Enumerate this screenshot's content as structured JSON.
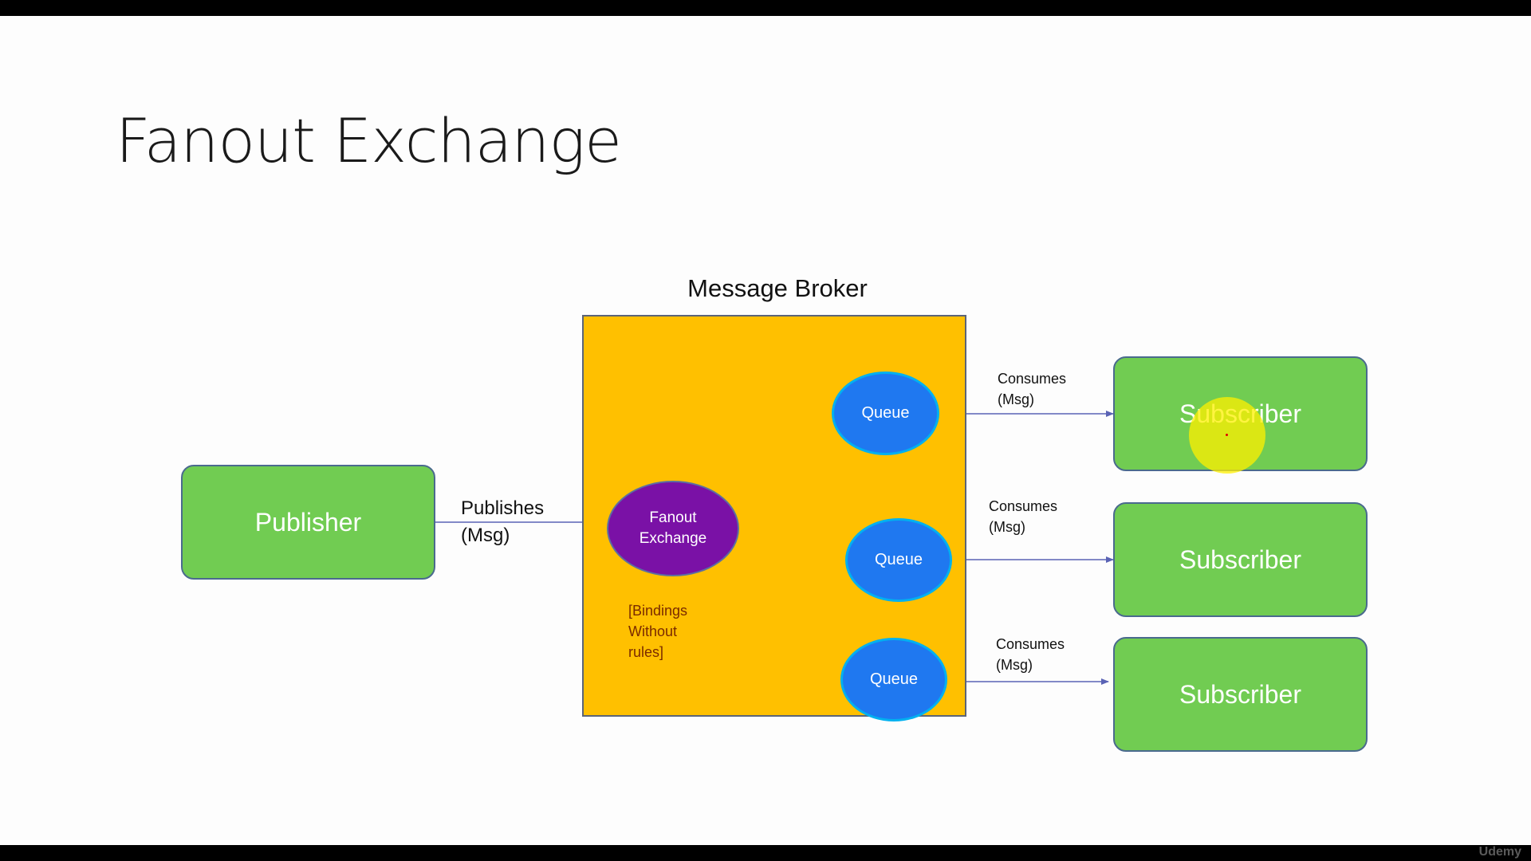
{
  "slide": {
    "title": "Fanout Exchange"
  },
  "diagram": {
    "broker_label": "Message Broker",
    "publisher": "Publisher",
    "publish_edge": "Publishes\n(Msg)",
    "exchange": "Fanout\nExchange",
    "bindings_note": "[Bindings\nWithout\nrules]",
    "queues": [
      "Queue",
      "Queue",
      "Queue"
    ],
    "consume_edges": [
      "Consumes\n(Msg)",
      "Consumes\n(Msg)",
      "Consumes\n(Msg)"
    ],
    "subscribers": [
      "Subscriber",
      "Subscriber",
      "Subscriber"
    ]
  },
  "colors": {
    "broker_fill": "#ffc000",
    "client_box_fill": "#71cc52",
    "queue_fill": "#1f78f0",
    "exchange_fill": "#7a11a6",
    "arrow": "#5a63b5",
    "pointer_highlight": "#fff000"
  },
  "watermark": "Udemy"
}
